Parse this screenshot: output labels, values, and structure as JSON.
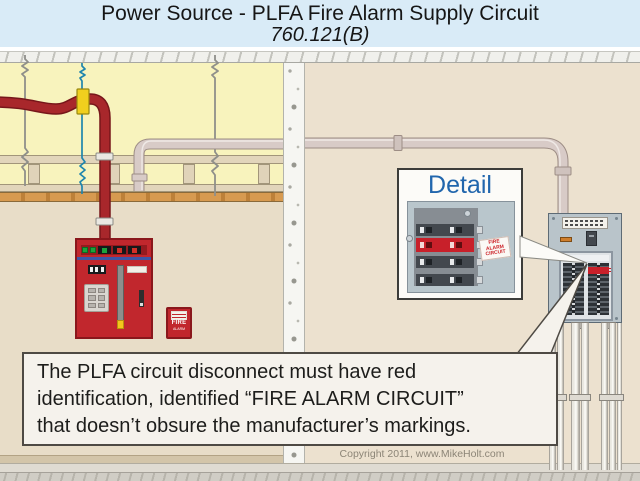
{
  "title": {
    "line1": "Power Source - PLFA Fire Alarm Supply Circuit",
    "line2": "760.121(B)"
  },
  "detail_box": {
    "title": "Detail",
    "breaker_tag": {
      "line1": "FIRE",
      "line2": "ALARM",
      "line3": "CIRCUIT"
    }
  },
  "pull_station": {
    "line1": "FIRE",
    "line2": "ALARM"
  },
  "callout": {
    "line1": "The PLFA circuit disconnect must have red",
    "line2": "identification, identified “FIRE ALARM CIRCUIT”",
    "line3": "that doesn’t obsure the manufacturer’s markings."
  },
  "footer": {
    "copyright": "Copyright 2011, www.MikeHolt.com"
  },
  "colors": {
    "title_bg": "#d9ebf7",
    "detail_blue": "#2166ad",
    "alarm_red": "#c1272d",
    "plenum_yellow": "#f8f3bd",
    "wall_tan": "#e8ddc8"
  }
}
